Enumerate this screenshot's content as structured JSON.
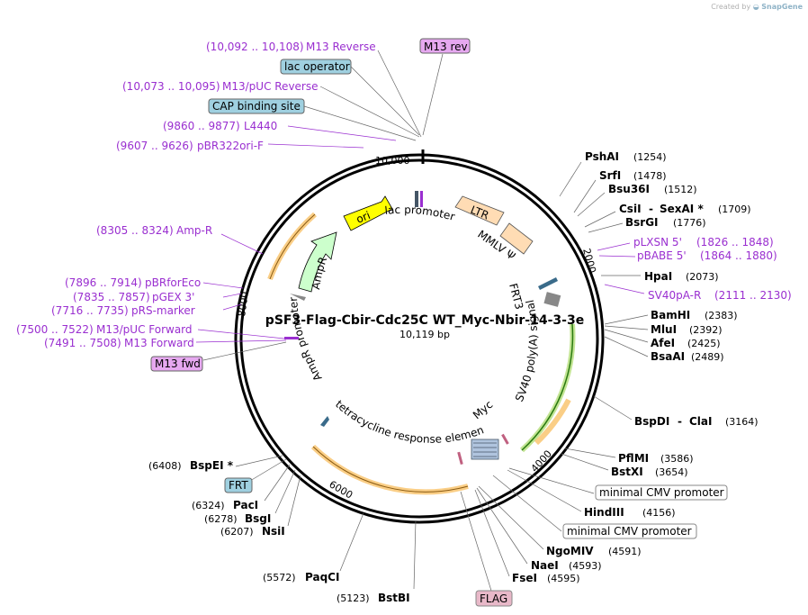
{
  "watermark": {
    "prefix": "Created by",
    "brand": "SnapGene"
  },
  "plasmid": {
    "name": "pSF3-Flag-Cbir-Cdc25C WT_Myc-Nbir-14-3-3e",
    "length_label": "10,119 bp",
    "length": 10119
  },
  "ticks": [
    {
      "label": "2000",
      "pos": 2000
    },
    {
      "label": "4000",
      "pos": 4000
    },
    {
      "label": "6000",
      "pos": 6000
    },
    {
      "label": "8000",
      "pos": 8000
    },
    {
      "label": "10,000",
      "pos": 10000
    }
  ],
  "enzymes_right": [
    {
      "name": "PshAI",
      "pos": "(1254)",
      "site": 1254
    },
    {
      "name": "SrfI",
      "pos": "(1478)",
      "site": 1478
    },
    {
      "name": "Bsu36I",
      "pos": "(1512)",
      "site": 1512
    },
    {
      "name": "CsiI",
      "name2": "SexAI *",
      "pos": "(1709)",
      "site": 1709
    },
    {
      "name": "BsrGI",
      "pos": "(1776)",
      "site": 1776
    },
    {
      "name": "HpaI",
      "pos": "(2073)",
      "site": 2073
    },
    {
      "name": "BamHI",
      "pos": "(2383)",
      "site": 2383
    },
    {
      "name": "MluI",
      "pos": "(2392)",
      "site": 2392
    },
    {
      "name": "AfeI",
      "pos": "(2425)",
      "site": 2425
    },
    {
      "name": "BsaAI",
      "pos": "(2489)",
      "site": 2489
    },
    {
      "name": "BspDI",
      "name2": "ClaI",
      "pos": "(3164)",
      "site": 3164
    },
    {
      "name": "PflMI",
      "pos": "(3586)",
      "site": 3586
    },
    {
      "name": "BstXI",
      "pos": "(3654)",
      "site": 3654
    },
    {
      "name": "HindIII",
      "pos": "(4156)",
      "site": 4156
    },
    {
      "name": "NgoMIV",
      "pos": "(4591)",
      "site": 4591
    },
    {
      "name": "NaeI",
      "pos": "(4593)",
      "site": 4593
    },
    {
      "name": "FseI",
      "pos": "(4595)",
      "site": 4595
    }
  ],
  "enzymes_left": [
    {
      "name": "BstBI",
      "pos": "(5123)",
      "site": 5123
    },
    {
      "name": "PaqCI",
      "pos": "(5572)",
      "site": 5572
    },
    {
      "name": "NsiI",
      "pos": "(6207)",
      "site": 6207
    },
    {
      "name": "BsgI",
      "pos": "(6278)",
      "site": 6278
    },
    {
      "name": "PacI",
      "pos": "(6324)",
      "site": 6324
    },
    {
      "name": "BspEI *",
      "pos": "(6408)",
      "site": 6408
    }
  ],
  "primers": [
    {
      "name": "M13 Reverse",
      "range": "(10,092 .. 10,108)"
    },
    {
      "name": "M13/pUC Reverse",
      "range": "(10,073 .. 10,095)"
    },
    {
      "name": "L4440",
      "range": "(9860 .. 9877)"
    },
    {
      "name": "pBR322ori-F",
      "range": "(9607 .. 9626)"
    },
    {
      "name": "Amp-R",
      "range": "(8305 .. 8324)"
    },
    {
      "name": "pBRforEco",
      "range": "(7896 .. 7914)"
    },
    {
      "name": "pGEX 3'",
      "range": "(7835 .. 7857)"
    },
    {
      "name": "pRS-marker",
      "range": "(7716 .. 7735)"
    },
    {
      "name": "M13/pUC Forward",
      "range": "(7500 .. 7522)"
    },
    {
      "name": "M13 Forward",
      "range": "(7491 .. 7508)"
    },
    {
      "name": "pLXSN 5'",
      "range": "(1826 .. 1848)"
    },
    {
      "name": "pBABE 5'",
      "range": "(1864 .. 1880)"
    },
    {
      "name": "SV40pA-R",
      "range": "(2111 .. 2130)"
    }
  ],
  "boxed_labels": {
    "m13_rev": "M13 rev",
    "lac_operator": "lac operator",
    "cap_site": "CAP binding site",
    "m13_fwd": "M13 fwd",
    "frt": "FRT",
    "min_cmv_1": "minimal CMV promoter",
    "min_cmv_2": "minimal CMV promoter",
    "flag": "FLAG"
  },
  "inner_labels": {
    "lac_promoter": "lac promoter",
    "ori": "ori",
    "ltr": "LTR",
    "mmlv": "MMLV Ψ",
    "ampr": "AmpR",
    "ampr_promoter": "AmpR promoter",
    "frt3": "FRT3",
    "sv40": "SV40 poly(A) signal",
    "myc": "Myc",
    "tre": "tetracycline response element"
  },
  "colors": {
    "primer": "#9a2fd0",
    "ori": "#ffff00",
    "ampr": "#ccffcc",
    "ltr": "#ffdcb4",
    "orange_arc": "#f5a623",
    "sv40": "#8fce3a",
    "cap_box": "#9fd0e0",
    "flag_box": "#e8b8c8",
    "m13_box": "#e6a8f0"
  }
}
